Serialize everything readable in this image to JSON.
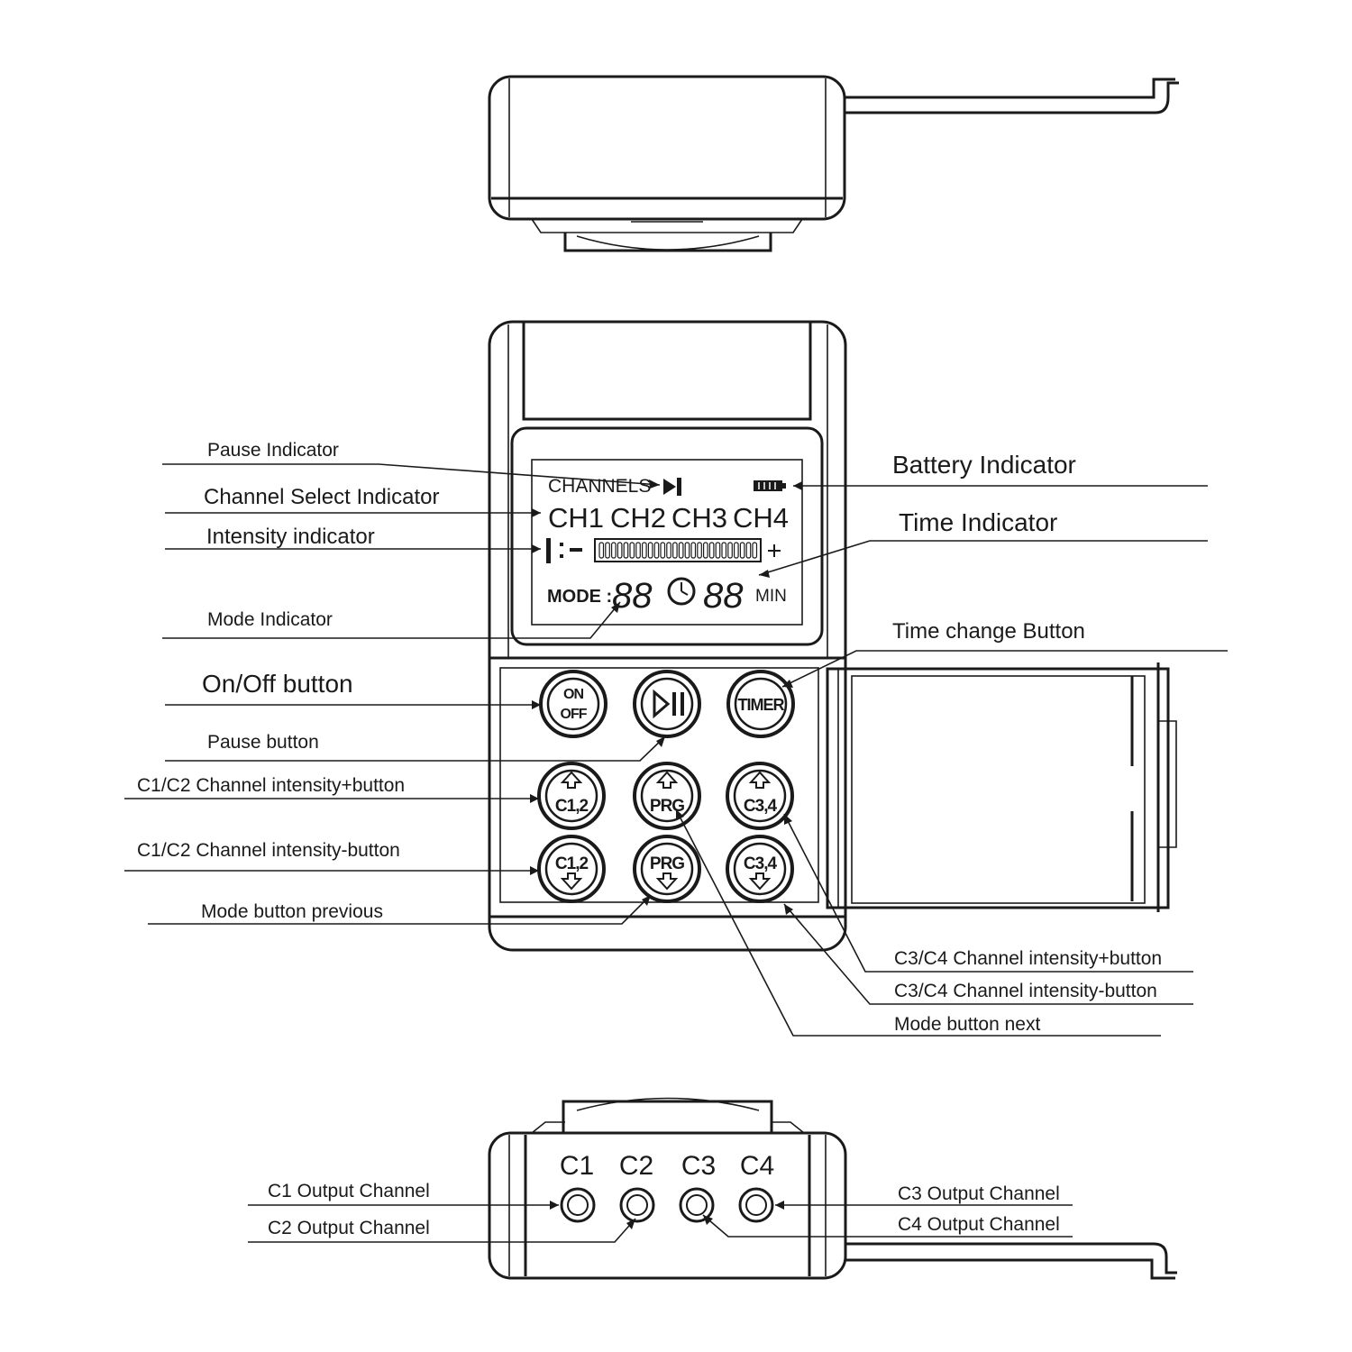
{
  "labels": {
    "pause_indicator": "Pause Indicator",
    "channel_select_indicator": "Channel Select Indicator",
    "intensity_indicator": "Intensity indicator",
    "mode_indicator": "Mode Indicator",
    "battery_indicator": "Battery Indicator",
    "time_indicator": "Time Indicator",
    "time_change_button": "Time change Button",
    "on_off_button": "On/Off button",
    "pause_button": "Pause button",
    "c1c2_plus": "C1/C2 Channel intensity+button",
    "c1c2_minus": "C1/C2 Channel intensity-button",
    "mode_previous": "Mode button previous",
    "c3c4_plus": "C3/C4 Channel intensity+button",
    "c3c4_minus": "C3/C4  Channel intensity-button",
    "mode_next": "Mode button next",
    "c1_output": "C1 Output Channel",
    "c2_output": "C2 Output Channel",
    "c3_output": "C3 Output Channel",
    "c4_output": "C4 Output Channel"
  },
  "lcd": {
    "channels_label": "CHANNELS",
    "ch1": "CH1",
    "ch2": "CH2",
    "ch3": "CH3",
    "ch4": "CH4",
    "mode_label": "MODE :",
    "mode_digits": "88",
    "time_digits": "88",
    "min_label": "MIN"
  },
  "buttons": {
    "on": "ON",
    "off": "OFF",
    "timer": "TIMER",
    "c12_up": "C1,2",
    "prg_up": "PRG",
    "c34_up": "C3,4",
    "c12_down": "C1,2",
    "prg_down": "PRG",
    "c34_down": "C3,4"
  },
  "ports": {
    "c1": "C1",
    "c2": "C2",
    "c3": "C3",
    "c4": "C4"
  },
  "colors": {
    "ink": "#1a1a1a",
    "background": "#ffffff"
  }
}
